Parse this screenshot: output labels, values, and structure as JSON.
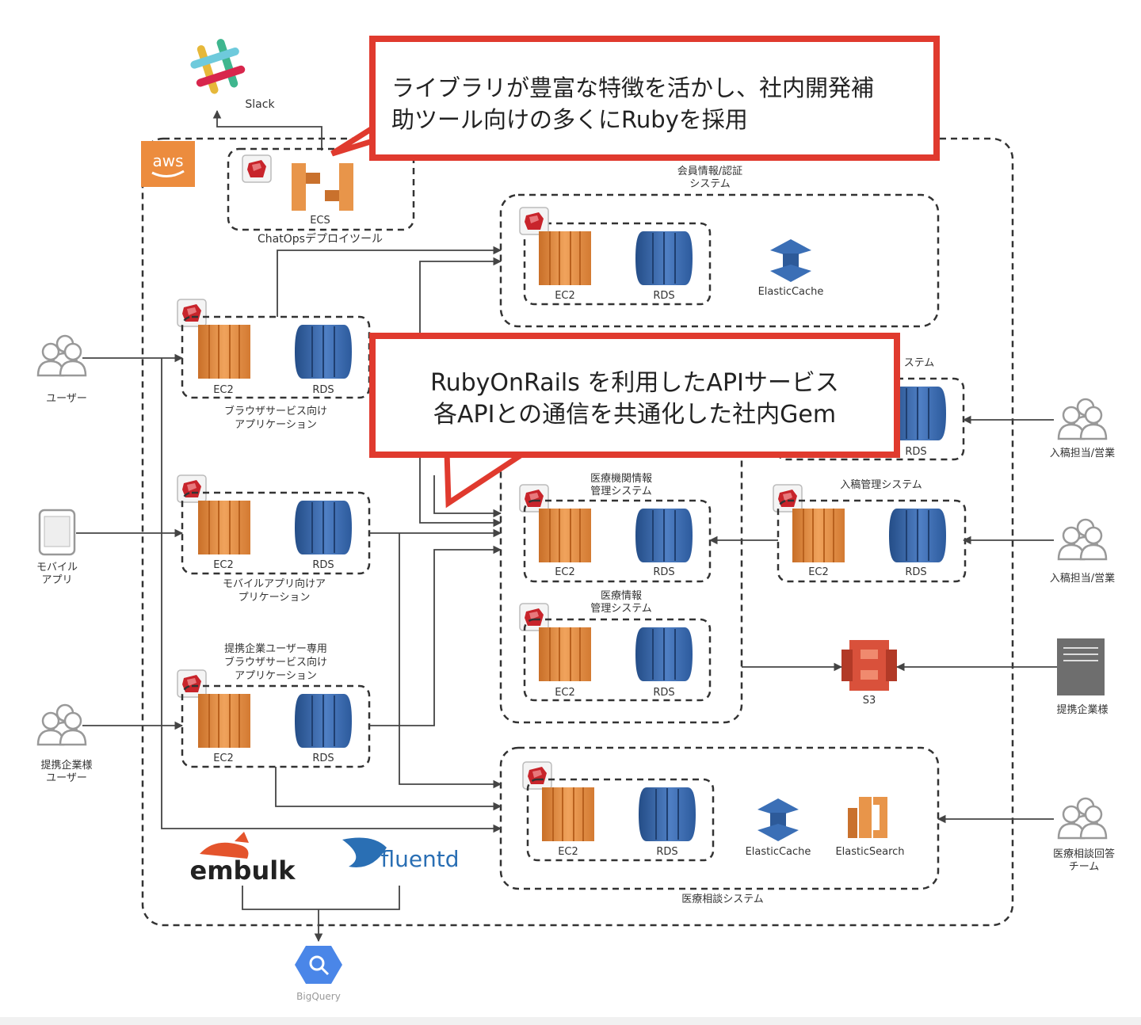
{
  "callouts": {
    "top": {
      "line1": "ライブラリが豊富な特徴を活かし、社内開発補",
      "line2": "助ツール向けの多くにRubyを採用"
    },
    "middle": {
      "line1": "RubyOnRails を利用したAPIサービス",
      "line2": "各APIとの通信を共通化した社内Gem"
    }
  },
  "logos": {
    "aws": "aws",
    "slack": "Slack",
    "embulk": "embulk",
    "fluentd": "fluentd",
    "bigquery": "BigQuery"
  },
  "icon_labels": {
    "ecs": "ECS",
    "ec2": "EC2",
    "rds": "RDS",
    "elasticache": "ElasticCache",
    "elasticsearch": "ElasticSearch",
    "s3": "S3"
  },
  "groups": {
    "chatops": "ChatOpsデプロイツール",
    "member_auth_1": "会員情報/認証",
    "member_auth_2": "システム",
    "browser_app_1": "ブラウザサービス向け",
    "browser_app_2": "アプリケーション",
    "mobile_app_1": "モバイルアプリ向けア",
    "mobile_app_2": "プリケーション",
    "partner_app_1": "提携企業ユーザー専用",
    "partner_app_2": "ブラウザサービス向け",
    "partner_app_3": "アプリケーション",
    "hospital_1": "医療機関情報",
    "hospital_2": "管理システム",
    "medical_1": "医療情報",
    "medical_2": "管理システム",
    "partial_system": "ステム",
    "submission": "入稿管理システム",
    "consult": "医療相談システム"
  },
  "actors": {
    "user": "ユーザー",
    "mobile_1": "モバイル",
    "mobile_2": "アプリ",
    "partner_user_1": "提携企業様",
    "partner_user_2": "ユーザー",
    "sales_1": "入稿担当/営業",
    "sales_2": "入稿担当/営業",
    "partner_company": "提携企業様",
    "consult_team_1": "医療相談回答",
    "consult_team_2": "チーム"
  },
  "colors": {
    "callout_border": "#e03a2e",
    "aws_orange": "#ec8c3e",
    "ec2_orange": "#e8954a",
    "rds_blue": "#3a66a8",
    "s3_red": "#d9513b",
    "bigquery_blue": "#4a86e8"
  }
}
